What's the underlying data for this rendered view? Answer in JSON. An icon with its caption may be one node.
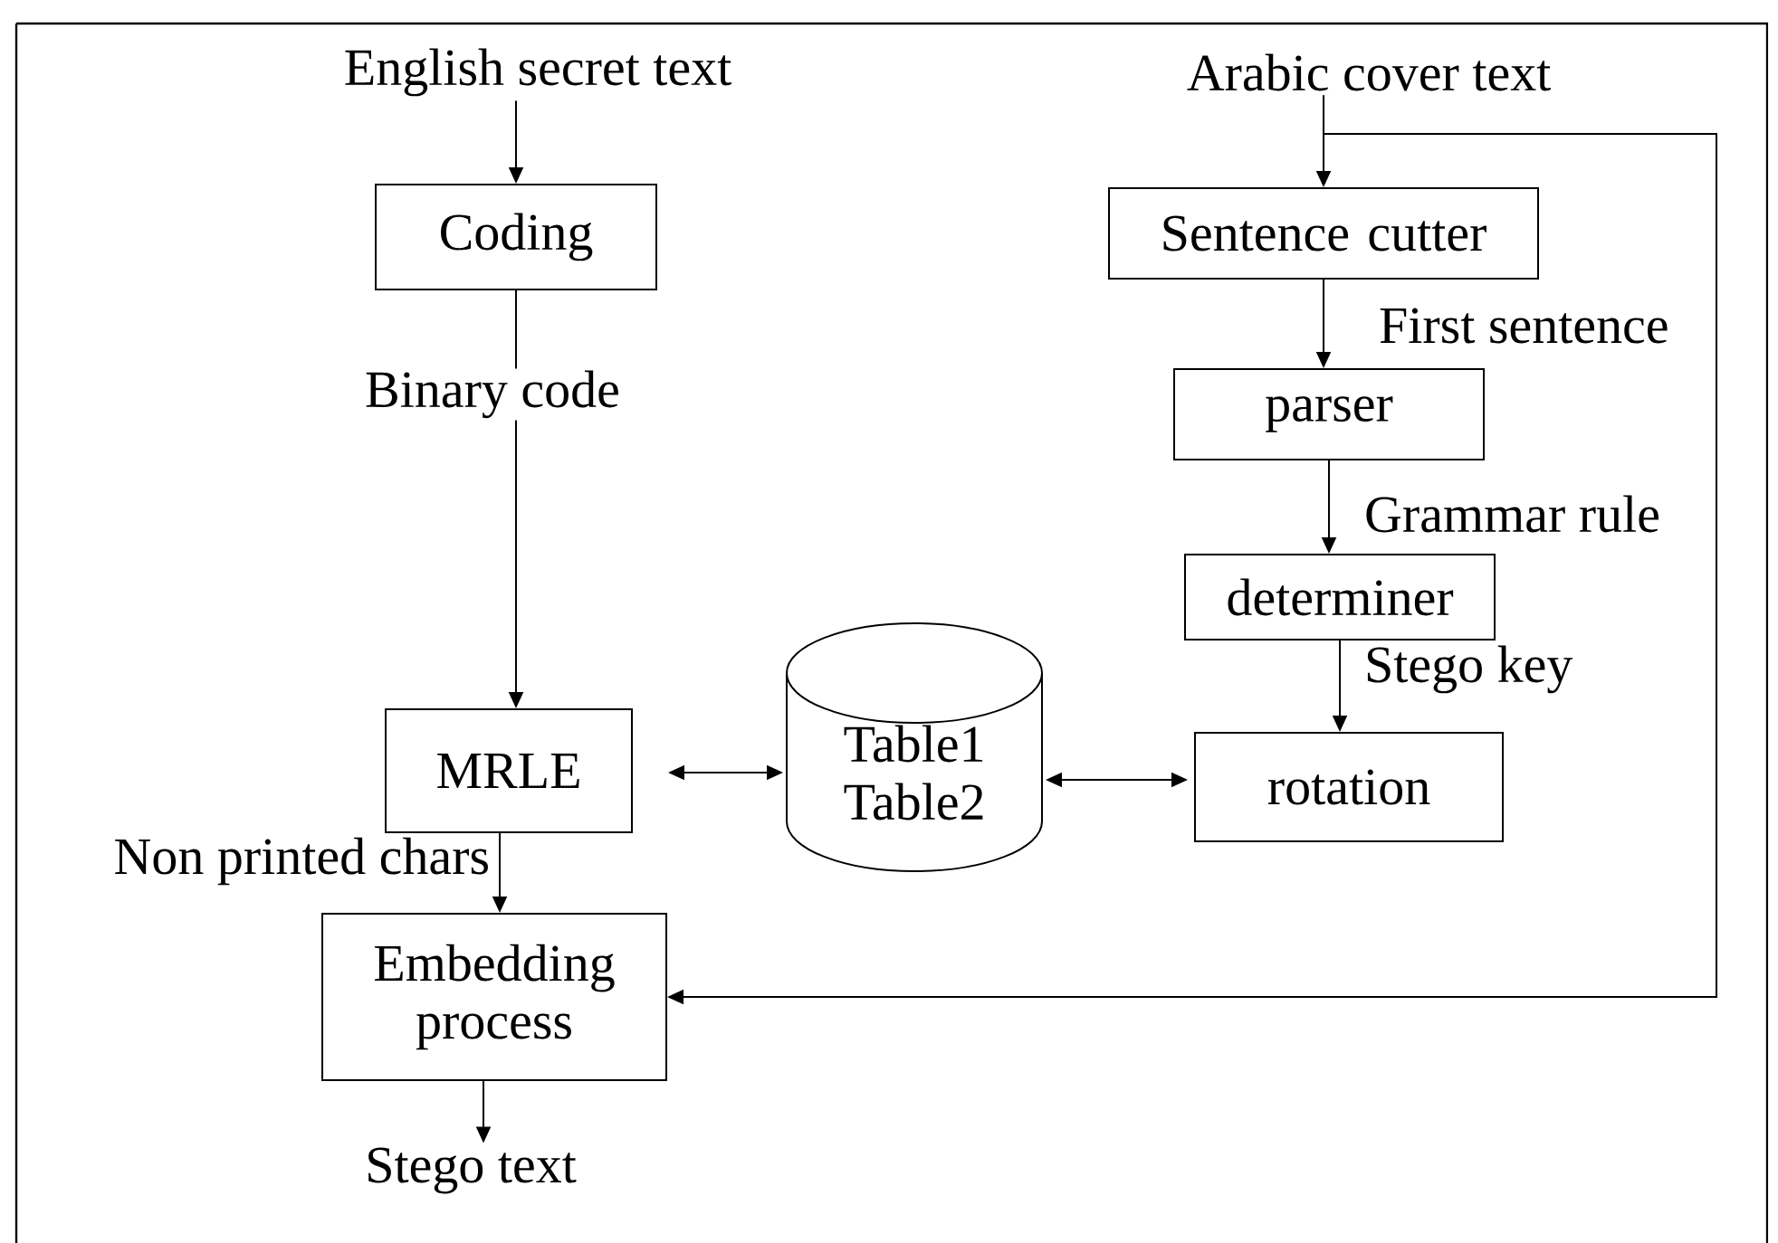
{
  "diagram": {
    "nodes": [
      {
        "text": [
          "English secret text"
        ]
      },
      {
        "text": [
          "Coding"
        ]
      },
      {
        "text": [
          "Arabic cover text"
        ]
      },
      {
        "text": [
          "Sentence cutter"
        ]
      },
      {
        "text": [
          "parser"
        ]
      },
      {
        "text": [
          "determiner"
        ]
      },
      {
        "text": [
          "MRLE"
        ]
      },
      {
        "text": [
          "Table1 Table2"
        ]
      },
      {
        "text": [
          "rotation"
        ]
      },
      {
        "text": [
          "Embedding process"
        ]
      },
      {
        "text": [
          "Stego text"
        ]
      }
    ],
    "edges": [
      {
        "from": 0,
        "to": 1,
        "arrow": "to"
      },
      {
        "from": 1,
        "to": 6,
        "arrow": "to",
        "label": "Binary code"
      },
      {
        "from": 2,
        "to": 3,
        "arrow": "to"
      },
      {
        "from": 3,
        "to": 4,
        "arrow": "to",
        "label": "First sentence"
      },
      {
        "from": 4,
        "to": 5,
        "arrow": "to",
        "label": "Grammar rule"
      },
      {
        "from": 5,
        "to": 8,
        "arrow": "to",
        "label": "Stego key"
      },
      {
        "from": 6,
        "to": 7,
        "arrow": "both"
      },
      {
        "from": 7,
        "to": 8,
        "arrow": "both"
      },
      {
        "from": 6,
        "to": 9,
        "arrow": "to",
        "label": "Non printed chars"
      },
      {
        "from": 2,
        "to": 9,
        "arrow": "to"
      },
      {
        "from": 9,
        "to": 10,
        "arrow": "to"
      }
    ]
  }
}
